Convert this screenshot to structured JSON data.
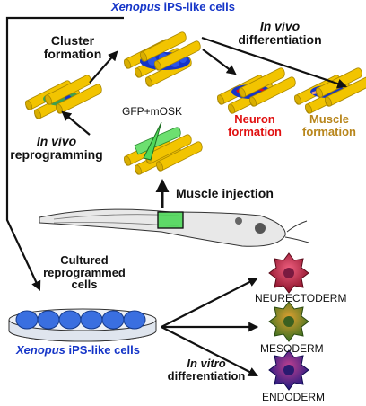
{
  "labels": {
    "top_cells_italic": "Xenopus",
    "top_cells_rest": " iPS-like cells",
    "cluster_line1": "Cluster",
    "cluster_line2": "formation",
    "in_vivo_diff_line1": "In vivo",
    "in_vivo_diff_line2": "differentiation",
    "neuron_line1": "Neuron",
    "neuron_line2": "formation",
    "muscle_line1": "Muscle",
    "muscle_line2": "formation",
    "gfp_mosk": "GFP+mOSK",
    "reprog_line1": "In vivo",
    "reprog_line2": "reprogramming",
    "muscle_injection": "Muscle injection",
    "cultured_line1": "Cultured",
    "cultured_line2": "reprogrammed",
    "cultured_line3": "cells",
    "bottom_cells_italic": "Xenopus",
    "bottom_cells_rest": " iPS-like cells",
    "in_vitro_line1": "In vitro",
    "in_vitro_line2": "differentiation",
    "neurectoderm": "NEURECTODERM",
    "mesoderm": "MESODERM",
    "endoderm": "ENDODERM"
  },
  "colors": {
    "fiber": "#f2c400",
    "fiber_edge": "#a88600",
    "ips_blue": "#1535c8",
    "cell_blue": "#3a6fe0",
    "neuron_red": "#e01010",
    "muscle_gold": "#b8861c",
    "gfp_green": "#4fd85a",
    "neurectoderm": "#b0203a",
    "mesoderm": "#5a8a30",
    "endoderm": "#3a30a0"
  }
}
